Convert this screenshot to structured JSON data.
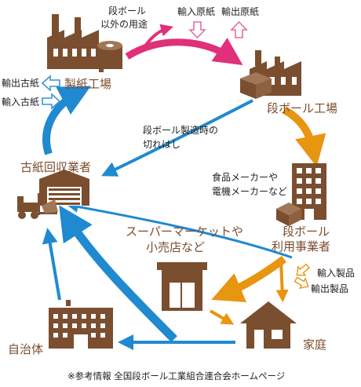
{
  "nodes": {
    "paper_mill": "製紙工場",
    "corrugated_factory": "段ボール工場",
    "paper_collector": "古紙回収業者",
    "corrugated_users_line1": "段ボール",
    "corrugated_users_line2": "利用事業者",
    "supermarket_line1": "スーパーマーケットや",
    "supermarket_line2": "小売店など",
    "household": "家庭",
    "municipality": "自治体"
  },
  "flows": {
    "other_uses_line1": "段ボール",
    "other_uses_line2": "以外の用途",
    "import_base_paper": "輸入原紙",
    "export_base_paper": "輸出原紙",
    "export_waste_paper": "輸出古紙",
    "import_waste_paper": "輸入古紙",
    "offcuts_line1": "段ボール製造時の",
    "offcuts_line2": "切れはし",
    "import_products": "輸入製品",
    "export_products": "輸出製品"
  },
  "annotations": {
    "manufacturers_line1": "食品メーカーや",
    "manufacturers_line2": "電機メーカーなど"
  },
  "footer": {
    "source": "※参考情報 全国段ボール工業組合連合会ホームページ"
  },
  "colors": {
    "brown": "#7a4e2f",
    "blue": "#1f8ad0",
    "magenta": "#e0307a",
    "orange": "#e8950f",
    "pink_outline": "#e16fa0",
    "blue_outline": "#3a94d6"
  }
}
